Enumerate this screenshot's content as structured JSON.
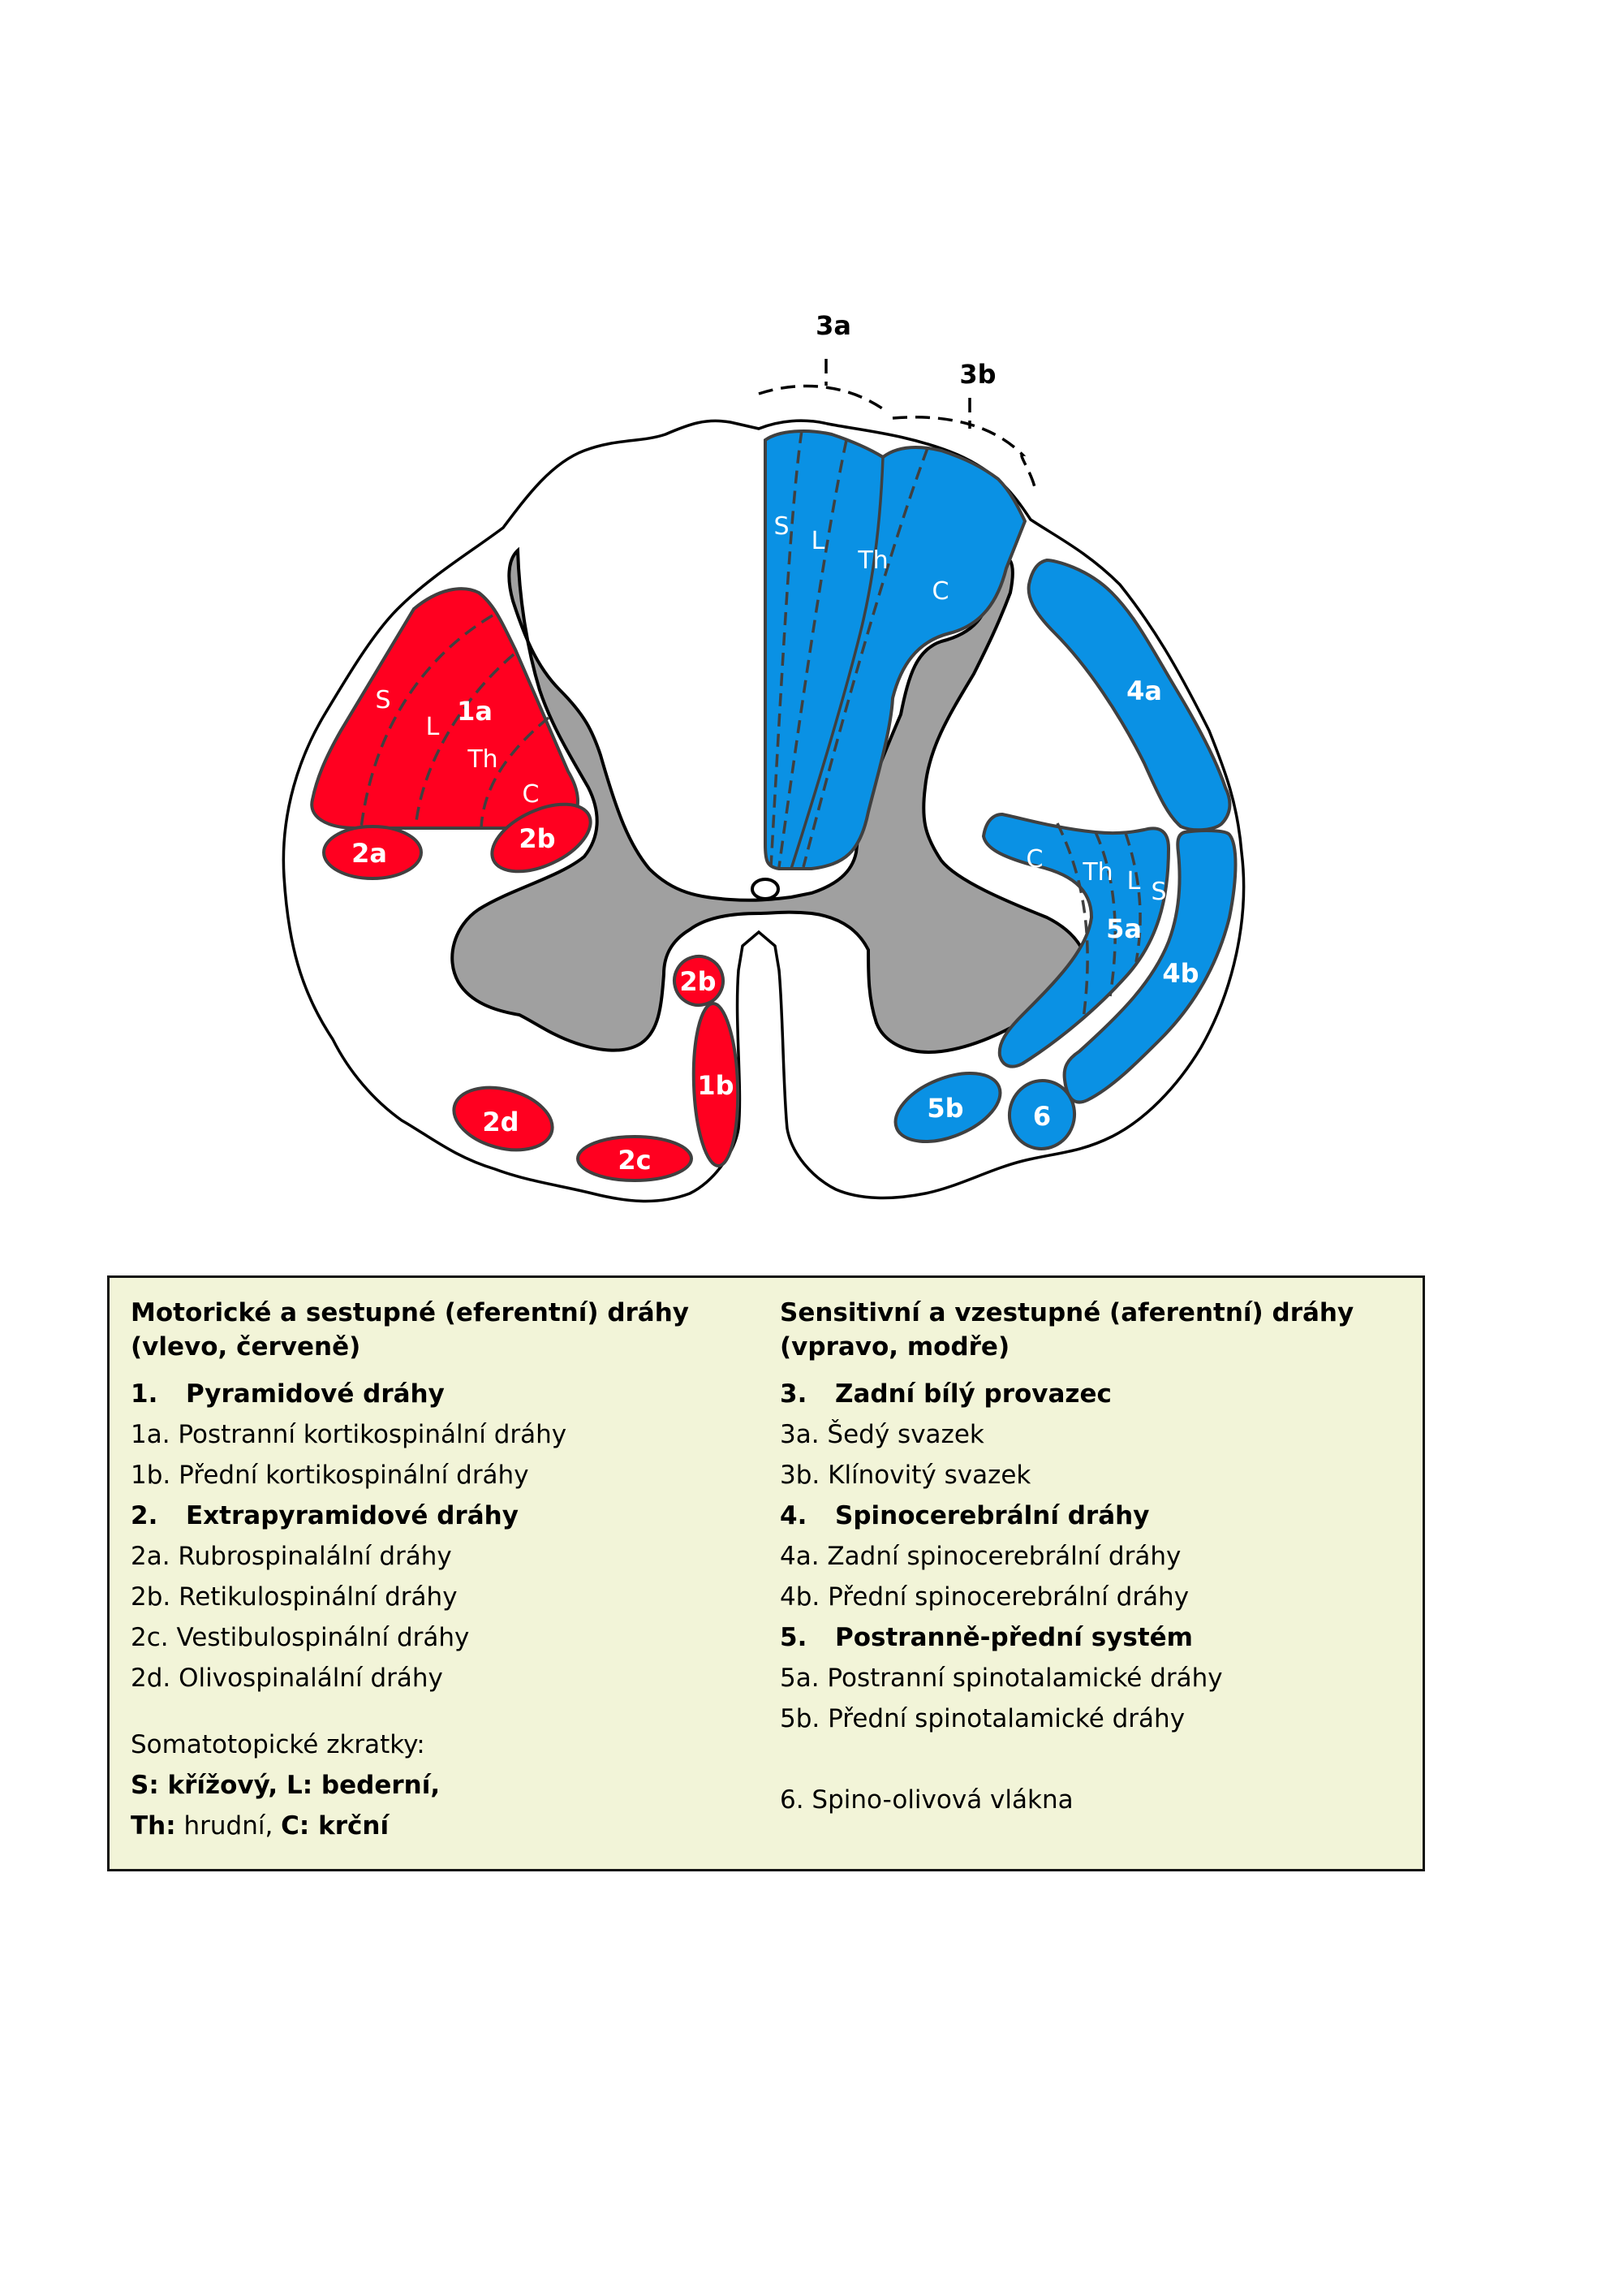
{
  "diagram": {
    "title": "Spinal cord cross-section: tracts",
    "colors": {
      "motor": "#ff0020",
      "sensory": "#0a91e4",
      "gray_matter": "#a0a0a0",
      "legend_bg": "#f2f4d8"
    },
    "bracket_labels": {
      "a": "3a",
      "b": "3b"
    },
    "left_labels": {
      "t1a": "1a",
      "s": "S",
      "l": "L",
      "th": "Th",
      "c": "C",
      "t2a": "2a",
      "t2b_lateral": "2b",
      "t2b_medial": "2b",
      "t1b": "1b",
      "t2c": "2c",
      "t2d": "2d"
    },
    "right_labels": {
      "dorsal_s": "S",
      "dorsal_l": "L",
      "dorsal_th": "Th",
      "dorsal_c": "C",
      "t4a": "4a",
      "t4b": "4b",
      "t5a": "5a",
      "st_c": "C",
      "st_th": "Th",
      "st_l": "L",
      "st_s": "S",
      "t5b": "5b",
      "t6": "6"
    }
  },
  "legend": {
    "left": {
      "heading_line1": "Motorické a sestupné (eferentní) dráhy",
      "heading_line2": "(vlevo, červeně)",
      "items": [
        {
          "num": "1.",
          "text": "Pyramidové dráhy",
          "bold": true
        },
        {
          "num": "",
          "text": "1a. Postranní kortikospinální dráhy",
          "bold": false
        },
        {
          "num": "",
          "text": "1b. Přední kortikospinální dráhy",
          "bold": false
        },
        {
          "num": "2.",
          "text": "Extrapyramidové dráhy",
          "bold": true
        },
        {
          "num": "",
          "text": "2a. Rubrospinalální dráhy",
          "bold": false
        },
        {
          "num": "",
          "text": "2b. Retikulospinální dráhy",
          "bold": false
        },
        {
          "num": "",
          "text": "2c. Vestibulospinální dráhy",
          "bold": false
        },
        {
          "num": "",
          "text": "2d. Olivospinalální dráhy",
          "bold": false
        }
      ],
      "abbrev_title": "Somatotopické zkratky:",
      "abbrev_line1": "S: křížový, L: bederní,",
      "abbrev_th": "Th:",
      "abbrev_th_text": " hrudní, ",
      "abbrev_c": "C: krční"
    },
    "right": {
      "heading_line1": "Sensitivní a vzestupné (aferentní) dráhy",
      "heading_line2": "(vpravo, modře)",
      "items": [
        {
          "num": "3.",
          "text": "Zadní bílý provazec",
          "bold": true
        },
        {
          "num": "",
          "text": "3a. Šedý svazek",
          "bold": false
        },
        {
          "num": "",
          "text": "3b. Klínovitý svazek",
          "bold": false
        },
        {
          "num": "4.",
          "text": "Spinocerebrální dráhy",
          "bold": true
        },
        {
          "num": "",
          "text": "4a. Zadní spinocerebrální dráhy",
          "bold": false
        },
        {
          "num": "",
          "text": "4b. Přední spinocerebrální dráhy",
          "bold": false
        },
        {
          "num": "5.",
          "text": "Postranně-přední systém",
          "bold": true
        },
        {
          "num": "",
          "text": "5a. Postranní spinotalamické dráhy",
          "bold": false
        },
        {
          "num": "",
          "text": "5b. Přední spinotalamické dráhy",
          "bold": false
        }
      ],
      "extra": "6. Spino-olivová vlákna"
    }
  }
}
